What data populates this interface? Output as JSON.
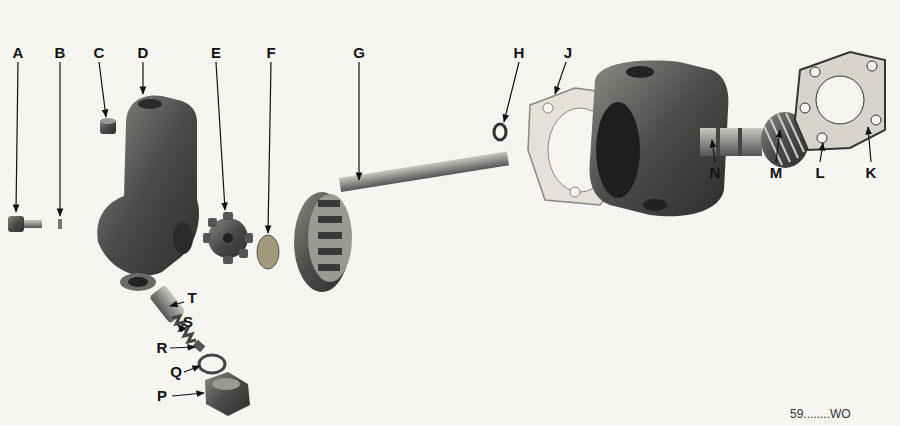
{
  "diagram": {
    "labels": [
      "A",
      "B",
      "C",
      "D",
      "E",
      "F",
      "G",
      "H",
      "J",
      "N",
      "M",
      "L",
      "K",
      "T",
      "S",
      "R",
      "Q",
      "P",
      "59........WO"
    ]
  }
}
